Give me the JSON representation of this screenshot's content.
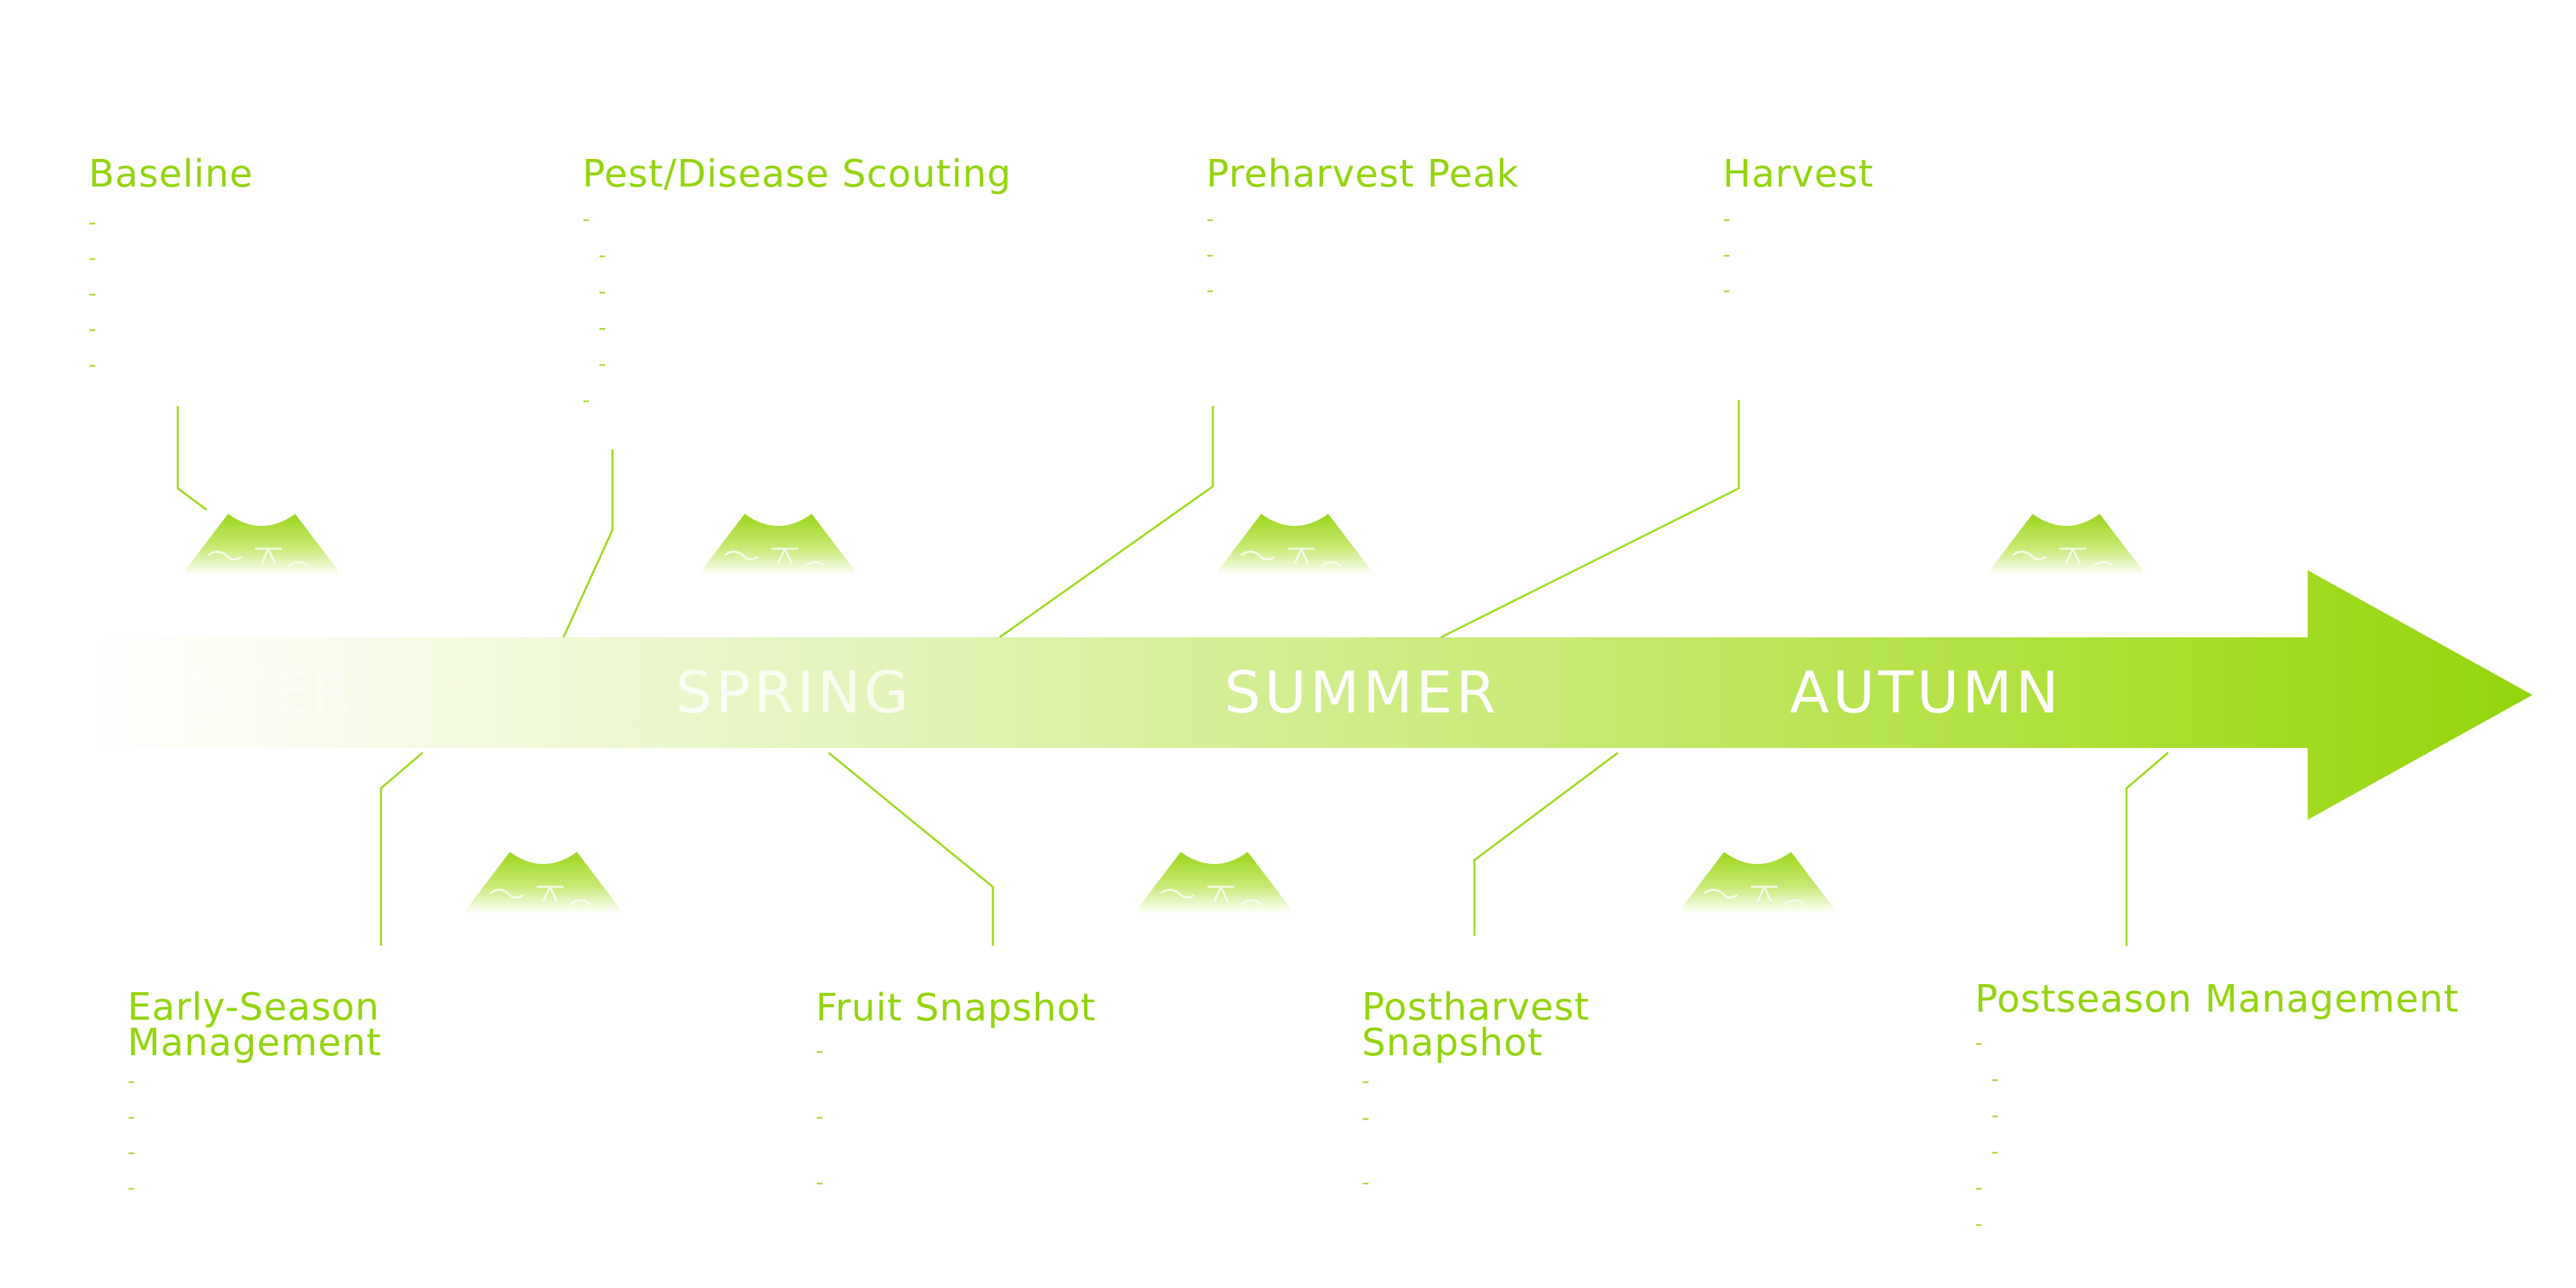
{
  "seasons": {
    "winter": "WINTER",
    "spring": "SPRING",
    "summer": "SUMMER",
    "autumn": "AUTUMN"
  },
  "stages_top": [
    {
      "title": "Baseline",
      "bullets": [
        "-",
        "-",
        "-",
        "-",
        "-"
      ]
    },
    {
      "title": "Pest/Disease Scouting",
      "bullets": [
        "-",
        "-",
        "-",
        "-",
        "-",
        "-"
      ]
    },
    {
      "title": "Preharvest Peak",
      "bullets": [
        "-",
        "-",
        "-"
      ]
    },
    {
      "title": "Harvest",
      "bullets": [
        "-",
        "-",
        "-"
      ]
    }
  ],
  "stages_bottom": [
    {
      "title": "Early-Season Management",
      "bullets": [
        "-",
        "-",
        "-",
        "-"
      ]
    },
    {
      "title": "Fruit Snapshot",
      "bullets": [
        "-",
        "-",
        "-"
      ]
    },
    {
      "title": "Postharvest Snapshot",
      "bullets": [
        "-",
        "-",
        "-"
      ]
    },
    {
      "title": "Postseason Management",
      "bullets": [
        "-",
        "-",
        "-",
        "-",
        "-",
        "-"
      ]
    }
  ],
  "colors": {
    "accent": "#93d40c",
    "arrow_start": "#ffffff",
    "arrow_end": "#97d60a"
  },
  "icons": [
    "hill-landscape-icon"
  ]
}
